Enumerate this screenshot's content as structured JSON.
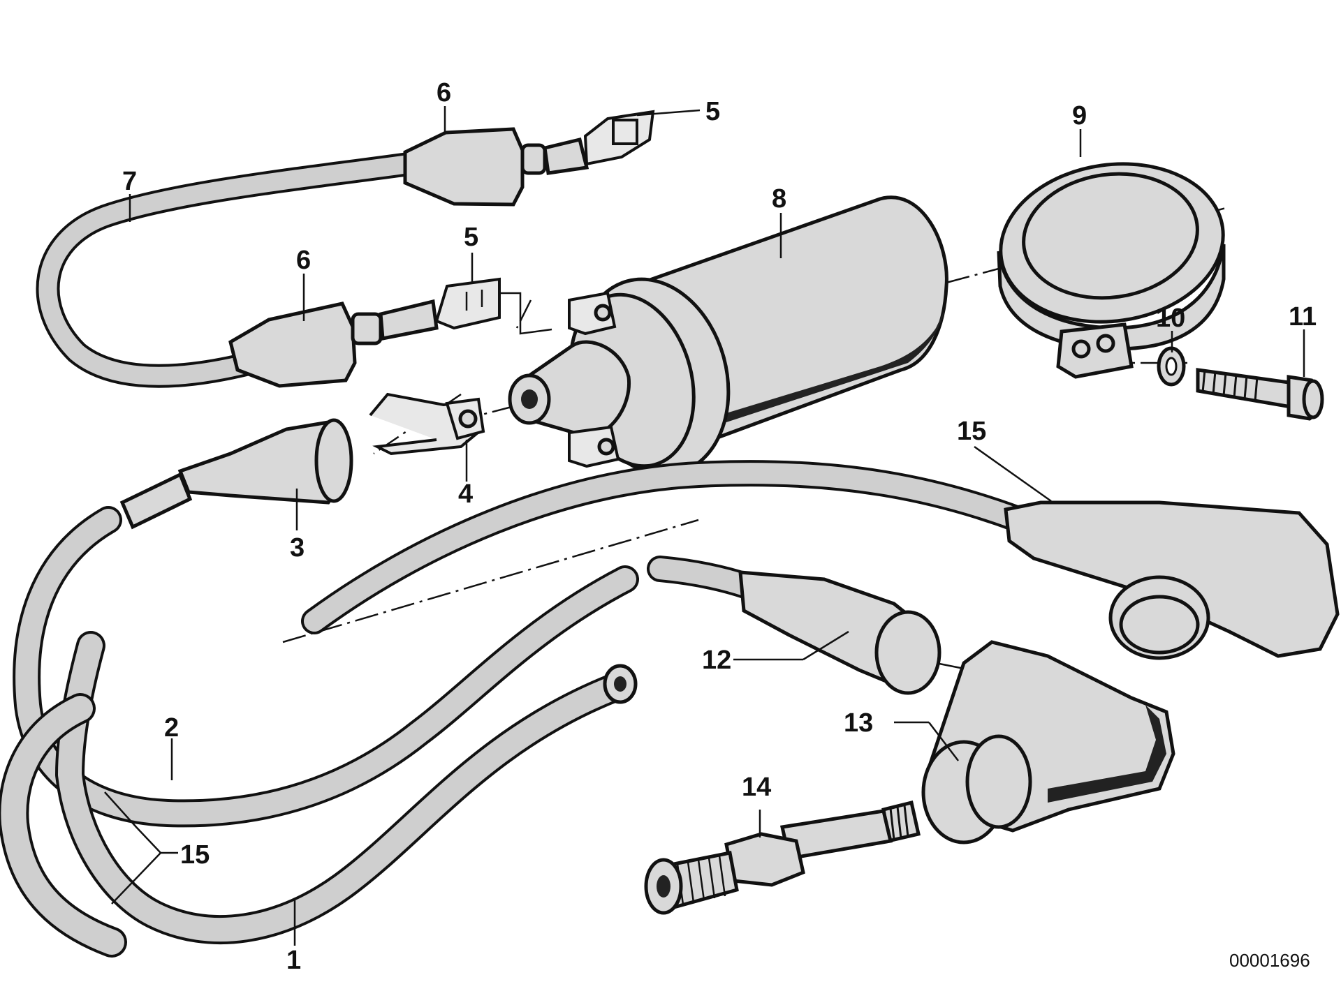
{
  "callouts": {
    "c1": "1",
    "c2": "2",
    "c3": "3",
    "c4": "4",
    "c5a": "5",
    "c5b": "5",
    "c6a": "6",
    "c6b": "6",
    "c7": "7",
    "c8": "8",
    "c9": "9",
    "c10": "10",
    "c11": "11",
    "c12": "12",
    "c13": "13",
    "c14": "14",
    "c15a": "15",
    "c15b": "15"
  },
  "reference_number": "00001696",
  "colors": {
    "ink": "#111111",
    "stipple": "#d9d9d9",
    "background": "#ffffff"
  }
}
